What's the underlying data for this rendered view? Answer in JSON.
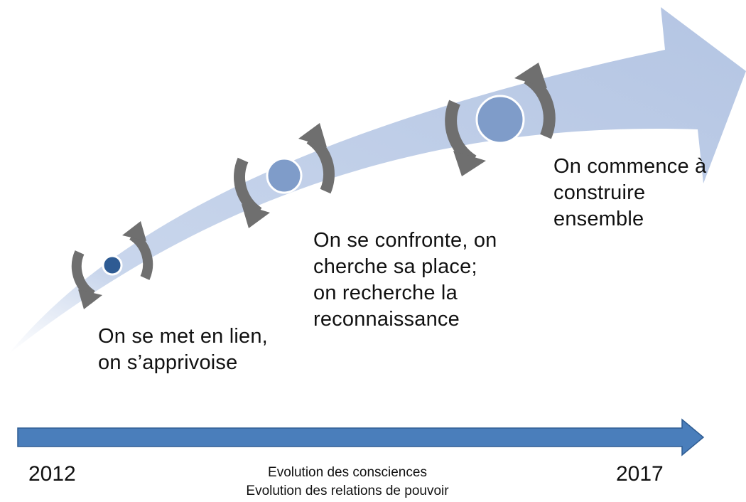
{
  "stages": [
    {
      "lines": [
        "On se met en lien,",
        "on s’apprivoise"
      ]
    },
    {
      "lines": [
        "On se confronte, on",
        "cherche sa place;",
        "on recherche la",
        "reconnaissance"
      ]
    },
    {
      "lines": [
        "On commence à",
        "construire",
        "ensemble"
      ]
    }
  ],
  "timeline": {
    "start_year": "2012",
    "end_year": "2017",
    "label_line1": "Evolution des consciences",
    "label_line2": "Evolution des relations de pouvoir"
  },
  "colors": {
    "growth_arrow": "#b9c8e2",
    "timeline_arrow": "#4a7ebb",
    "timeline_arrow_stroke": "#2f5d93",
    "cycle_arrows": "#6f6f6f",
    "stage_dot_1": "#2e5b93",
    "stage_dot_2_3": "#7f9cc9"
  },
  "icons": [
    "cycle-arrows-icon",
    "stage-dot-icon"
  ]
}
